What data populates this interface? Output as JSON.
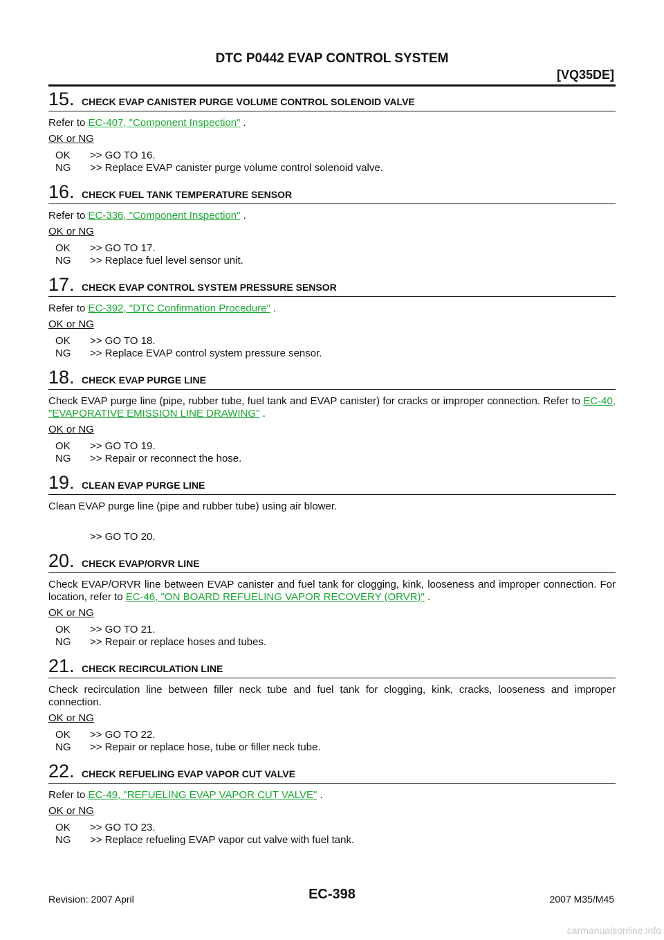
{
  "header": {
    "title": "DTC P0442 EVAP CONTROL SYSTEM",
    "subtitle": "[VQ35DE]"
  },
  "steps": [
    {
      "num": "15.",
      "title": "CHECK EVAP CANISTER PURGE VOLUME CONTROL SOLENOID VALVE",
      "text_pre": "Refer to ",
      "link": "EC-407, \"Component Inspection\"",
      "text_post": " .",
      "ok_label": "OK or NG",
      "ok_key": "OK",
      "ok_val": ">> GO TO 16.",
      "ng_key": "NG",
      "ng_val": ">> Replace EVAP canister purge volume control solenoid valve."
    },
    {
      "num": "16.",
      "title": "CHECK FUEL TANK TEMPERATURE SENSOR",
      "text_pre": "Refer to ",
      "link": "EC-336, \"Component Inspection\"",
      "text_post": " .",
      "ok_label": "OK or NG",
      "ok_key": "OK",
      "ok_val": ">> GO TO 17.",
      "ng_key": "NG",
      "ng_val": ">> Replace fuel level sensor unit."
    },
    {
      "num": "17.",
      "title": "CHECK EVAP CONTROL SYSTEM PRESSURE SENSOR",
      "text_pre": "Refer to ",
      "link": "EC-392, \"DTC Confirmation Procedure\"",
      "text_post": " .",
      "ok_label": "OK or NG",
      "ok_key": "OK",
      "ok_val": ">> GO TO 18.",
      "ng_key": "NG",
      "ng_val": ">> Replace EVAP control system pressure sensor."
    },
    {
      "num": "18.",
      "title": "CHECK EVAP PURGE LINE",
      "text_pre": "Check EVAP purge line (pipe, rubber tube, fuel tank and EVAP canister) for cracks or improper connection. Refer to ",
      "link": "EC-40, \"EVAPORATIVE EMISSION LINE DRAWING\"",
      "text_post": " .",
      "ok_label": "OK or NG",
      "ok_key": "OK",
      "ok_val": ">> GO TO 19.",
      "ng_key": "NG",
      "ng_val": ">> Repair or reconnect the hose."
    },
    {
      "num": "19.",
      "title": "CLEAN EVAP PURGE LINE",
      "text": "Clean EVAP purge line (pipe and rubber tube) using air blower.",
      "go": ">> GO TO 20."
    },
    {
      "num": "20.",
      "title": "CHECK EVAP/ORVR LINE",
      "text_pre": "Check EVAP/ORVR line between EVAP canister and fuel tank for clogging, kink, looseness and improper connection. For location, refer to ",
      "link": "EC-46, \"ON BOARD REFUELING VAPOR RECOVERY (ORVR)\"",
      "text_post": " .",
      "ok_label": "OK or NG",
      "ok_key": "OK",
      "ok_val": ">> GO TO 21.",
      "ng_key": "NG",
      "ng_val": ">> Repair or replace hoses and tubes."
    },
    {
      "num": "21.",
      "title": "CHECK RECIRCULATION LINE",
      "text": "Check recirculation line between filler neck tube and fuel tank for clogging, kink, cracks, looseness and improper connection.",
      "ok_label": "OK or NG",
      "ok_key": "OK",
      "ok_val": ">> GO TO 22.",
      "ng_key": "NG",
      "ng_val": ">> Repair or replace hose, tube or filler neck tube."
    },
    {
      "num": "22.",
      "title": "CHECK REFUELING EVAP VAPOR CUT VALVE",
      "text_pre": "Refer to ",
      "link": "EC-49, \"REFUELING EVAP VAPOR CUT VALVE\"",
      "text_post": " .",
      "ok_label": "OK or NG",
      "ok_key": "OK",
      "ok_val": ">> GO TO 23.",
      "ng_key": "NG",
      "ng_val": ">> Replace refueling EVAP vapor cut valve with fuel tank."
    }
  ],
  "footer": {
    "revision": "Revision: 2007 April",
    "page": "EC-398",
    "model": "2007 M35/M45"
  },
  "watermark": "carmanualsonline.info"
}
